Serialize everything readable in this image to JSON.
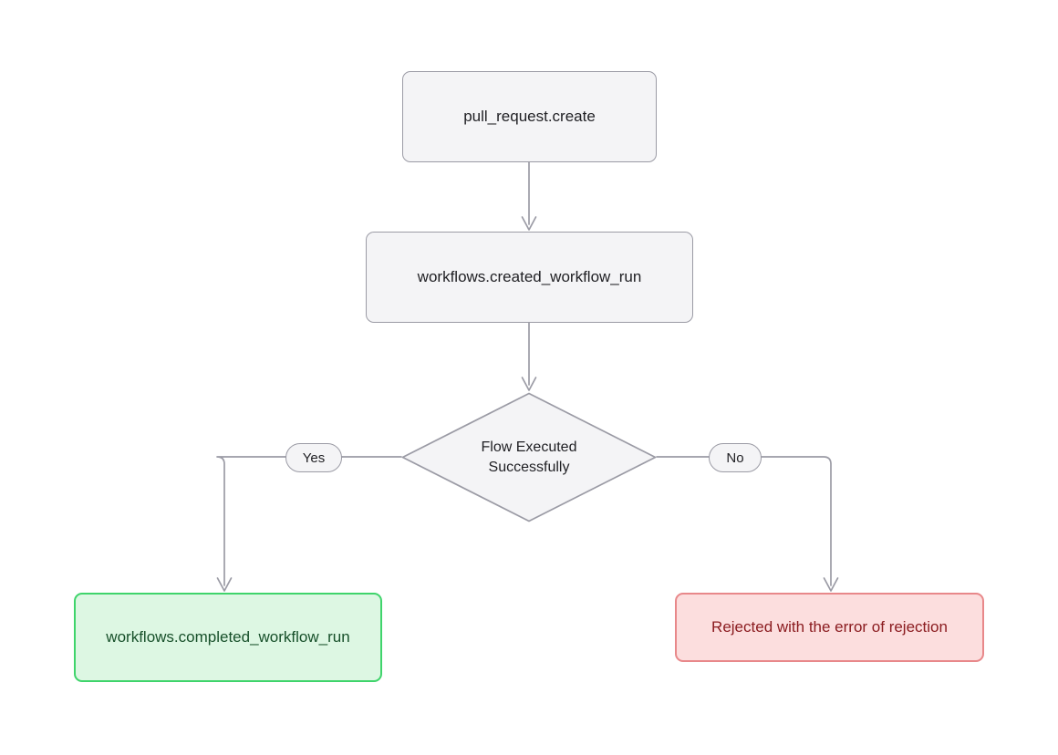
{
  "diagram": {
    "type": "flowchart",
    "direction": "top-down",
    "background_color": "#ffffff",
    "edge_color": "#9b9ba5",
    "nodes": [
      {
        "id": "pull_request_create",
        "label": "pull_request.create",
        "shape": "rounded-rectangle",
        "fill": "#f4f4f6",
        "stroke": "#9b9ba5",
        "text_color": "#1f1f23"
      },
      {
        "id": "created_workflow_run",
        "label": "workflows.created_workflow_run",
        "shape": "rounded-rectangle",
        "fill": "#f4f4f6",
        "stroke": "#9b9ba5",
        "text_color": "#1f1f23"
      },
      {
        "id": "decision_flow_executed",
        "label": "Flow Executed\nSuccessfully",
        "shape": "diamond",
        "fill": "#f4f4f6",
        "stroke": "#9b9ba5",
        "text_color": "#1f1f23"
      },
      {
        "id": "completed_workflow_run",
        "label": "workflows.completed_workflow_run",
        "shape": "rounded-rectangle",
        "fill": "#ddf7e3",
        "stroke": "#3fd46b",
        "text_color": "#17502a"
      },
      {
        "id": "rejected_error",
        "label": "Rejected with the error of rejection",
        "shape": "rounded-rectangle",
        "fill": "#fcdede",
        "stroke": "#e8888a",
        "text_color": "#8b1c20"
      }
    ],
    "edges": [
      {
        "from": "pull_request_create",
        "to": "created_workflow_run",
        "label": ""
      },
      {
        "from": "created_workflow_run",
        "to": "decision_flow_executed",
        "label": ""
      },
      {
        "from": "decision_flow_executed",
        "to": "completed_workflow_run",
        "label": "Yes"
      },
      {
        "from": "decision_flow_executed",
        "to": "rejected_error",
        "label": "No"
      }
    ],
    "edge_labels": {
      "yes": "Yes",
      "no": "No"
    }
  }
}
